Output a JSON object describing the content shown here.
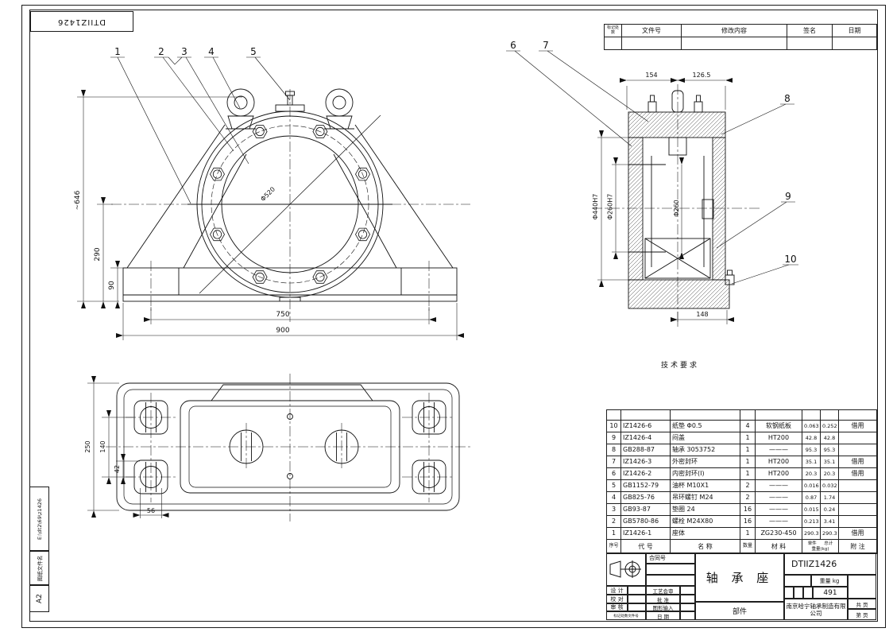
{
  "sheet": {
    "paper_size": "A2",
    "doc_box_number": "DTIIZ1426",
    "file_name_label": "图纸文件名",
    "file_path": "E:\\dt2\\69\\z1426",
    "tech_req": "技术要求"
  },
  "revision_table": {
    "headers": [
      "标记处数",
      "文件号",
      "修改内容",
      "签名",
      "日期"
    ]
  },
  "balloons": [
    "1",
    "2",
    "3",
    "4",
    "5",
    "6",
    "7",
    "8",
    "9",
    "10"
  ],
  "front_view": {
    "dims": {
      "overall_height": "~646",
      "center_height": "290",
      "base_height": "90",
      "bolt_span": "750",
      "overall_width": "900",
      "bolt_circle_dia": "Φ520"
    }
  },
  "section_view": {
    "dims": {
      "left_width": "154",
      "right_width": "126.5",
      "seat_bore": "Φ440H7",
      "seal_bore": "Φ260H7",
      "shaft_bore": "Φ260",
      "flange_width": "148"
    }
  },
  "bottom_view": {
    "dims": {
      "depth": "250",
      "slot_span": "140",
      "slot_offset": "42",
      "slot_width": "56"
    }
  },
  "bom": {
    "headers": {
      "seq": "序号",
      "code": "代    号",
      "name": "名    称",
      "qty": "数量",
      "material": "材    料",
      "unit_w": "单件",
      "total_w": "总计",
      "weight_label": "重量(kg)",
      "remark": "附  注"
    },
    "rows": [
      {
        "seq": "10",
        "code": "IZ1426-6",
        "name": "纸垫 Φ0.5",
        "qty": "4",
        "material": "软钢纸板",
        "unit": "0.063",
        "total": "0.252",
        "remark": "借用"
      },
      {
        "seq": "9",
        "code": "IZ1426-4",
        "name": "闷盖",
        "qty": "1",
        "material": "HT200",
        "unit": "42.8",
        "total": "42.8",
        "remark": ""
      },
      {
        "seq": "8",
        "code": "GB288-87",
        "name": "轴承 3053752",
        "qty": "1",
        "material": "———",
        "unit": "95.3",
        "total": "95.3",
        "remark": ""
      },
      {
        "seq": "7",
        "code": "IZ1426-3",
        "name": "外密封环",
        "qty": "1",
        "material": "HT200",
        "unit": "35.1",
        "total": "35.1",
        "remark": "借用"
      },
      {
        "seq": "6",
        "code": "IZ1426-2",
        "name": "内密封环(I)",
        "qty": "1",
        "material": "HT200",
        "unit": "20.3",
        "total": "20.3",
        "remark": "借用"
      },
      {
        "seq": "5",
        "code": "GB1152-79",
        "name": "油杯 M10X1",
        "qty": "2",
        "material": "———",
        "unit": "0.016",
        "total": "0.032",
        "remark": ""
      },
      {
        "seq": "4",
        "code": "GB825-76",
        "name": "吊环螺钉 M24",
        "qty": "2",
        "material": "———",
        "unit": "0.87",
        "total": "1.74",
        "remark": ""
      },
      {
        "seq": "3",
        "code": "GB93-87",
        "name": "垫圈 24",
        "qty": "16",
        "material": "———",
        "unit": "0.015",
        "total": "0.24",
        "remark": ""
      },
      {
        "seq": "2",
        "code": "GB5780-86",
        "name": "螺栓 M24X80",
        "qty": "16",
        "material": "———",
        "unit": "0.213",
        "total": "3.41",
        "remark": ""
      },
      {
        "seq": "1",
        "code": "IZ1426-1",
        "name": "座体",
        "qty": "1",
        "material": "ZG230-450",
        "unit": "290.3",
        "total": "290.3",
        "remark": "借用"
      }
    ]
  },
  "title_block": {
    "contract_label": "合同号",
    "left_rows": [
      "设 计",
      "校 对",
      "审 核",
      "标记处数文件号"
    ],
    "mid_rows": [
      "工艺会审",
      "批 准",
      "图形输入",
      "日 期"
    ],
    "part_name": "轴 承 座",
    "part_type": "部件",
    "drawing_no": "DTIIZ1426",
    "weight_label": "重量 kg",
    "weight_value": "491",
    "company": "南京哈宁轴承制造有限公司",
    "pages_total": "共    页",
    "pages_current": "第    页"
  }
}
